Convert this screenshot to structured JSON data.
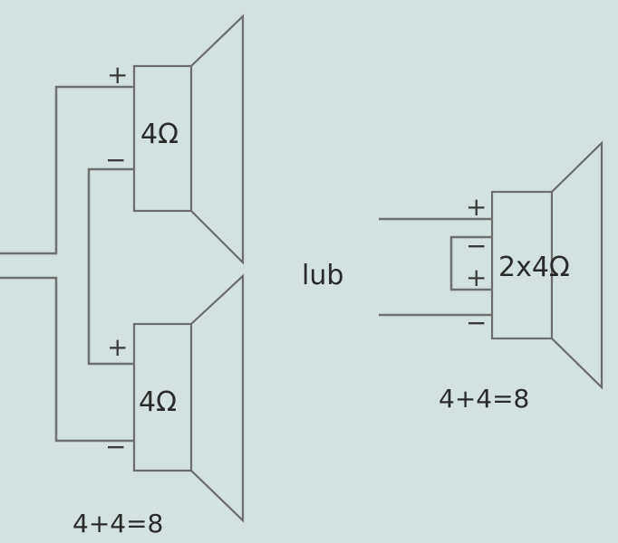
{
  "diagram": {
    "series_wiring": {
      "speaker_top": {
        "impedance": "4Ω",
        "plus": "+",
        "minus": "−"
      },
      "speaker_bottom": {
        "impedance": "4Ω",
        "plus": "+",
        "minus": "−"
      },
      "formula": "4+4=8"
    },
    "connector_word": "lub",
    "dual_coil_wiring": {
      "speaker": {
        "impedance": "2x4Ω",
        "terminals": [
          "+",
          "−",
          "+",
          "−"
        ]
      },
      "formula": "4+4=8"
    }
  },
  "colors": {
    "background": "#d3e2e1",
    "line": "#6c6c6c",
    "text": "#2a2a2a"
  }
}
